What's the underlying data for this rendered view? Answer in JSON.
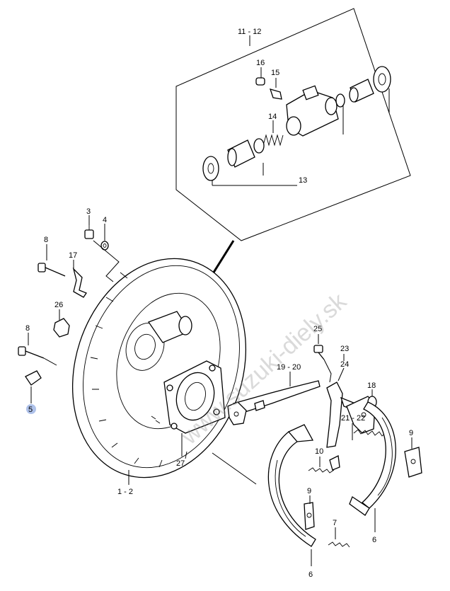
{
  "watermark": "www.suzuki-diely.sk",
  "callouts": {
    "c_11_12": "11 - 12",
    "c_16": "16",
    "c_15": "15",
    "c_14": "14",
    "c_13": "13",
    "c_3": "3",
    "c_4": "4",
    "c_8a": "8",
    "c_17": "17",
    "c_26": "26",
    "c_8b": "8",
    "c_5": "5",
    "c_25": "25",
    "c_23": "23",
    "c_24": "24",
    "c_19_20": "19 - 20",
    "c_18": "18",
    "c_21_22": "21 - 22",
    "c_10": "10",
    "c_9a": "9",
    "c_9b": "9",
    "c_27": "27",
    "c_1_2": "1 - 2",
    "c_7": "7",
    "c_6a": "6",
    "c_6b": "6"
  },
  "colors": {
    "highlight": "#6d8fd8",
    "line": "#000000"
  }
}
